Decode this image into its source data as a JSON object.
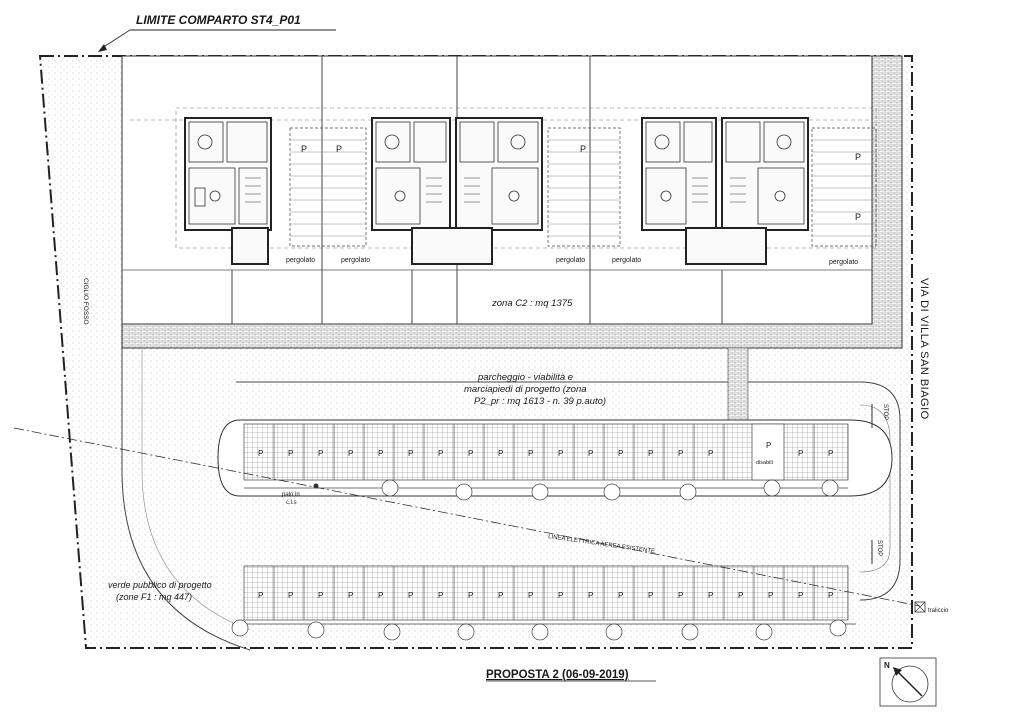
{
  "header": {
    "limit_label": "LIMITE COMPARTO ST4_P01"
  },
  "footer": {
    "proposal_label": "PROPOSTA 2 (06-09-2019)"
  },
  "compass": {
    "north_label": "N"
  },
  "labels": {
    "road": "VIA DI VILLA SAN BIAGIO",
    "ditch_edge": "CIGLIO FOSSO",
    "zone_c2": "zona C2 : mq 1375",
    "parking_line1": "parcheggio - viabilità e",
    "parking_line2": "marciapiedi di progetto (zona",
    "parking_line3": "P2_pr : mq 1613 - n. 39 p.auto)",
    "green_line1": "verde pubblico di progetto",
    "green_line2": "(zone F1 : mq 447)",
    "power_line": "LINEA ELETTRICA AEREA ESISTENTE",
    "stop": "STOP",
    "pole_line1": "palo in",
    "pole_line2": "c.l.s",
    "pole_lattice": "traliccio",
    "disabled": "disabili",
    "pergola": "pergolato",
    "parking_mark": "P"
  }
}
